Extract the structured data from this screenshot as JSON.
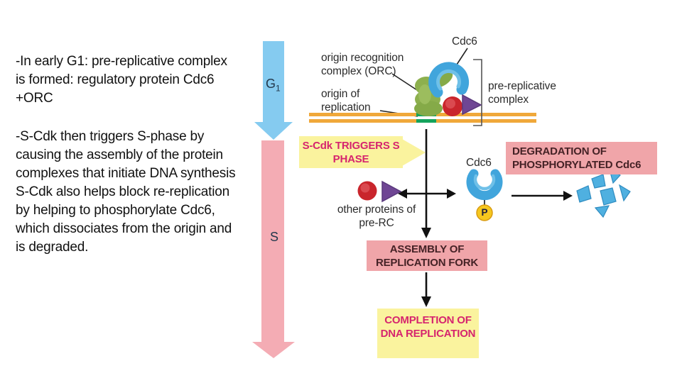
{
  "notes": {
    "early_g1": "-In early G1: pre-replicative complex  is formed: regulatory protein Cdc6 +ORC",
    "s_cdk": "-S-Cdk then triggers  S-phase by causing the assembly of the protein complexes that initiate DNA synthesis S-Cdk also helps block re-replication by helping to phosphorylate Cdc6, which dissociates from the origin and is degraded."
  },
  "timeline": {
    "g1_letter": "G",
    "g1_subscript": "1",
    "s_label": "S"
  },
  "pre_rc_diagram": {
    "cdc6_label": "Cdc6",
    "orc_label": "origin recognition complex (ORC)",
    "origin_label": "origin of replication",
    "pre_rc_label": "pre-replicative complex"
  },
  "s_phase_flow": {
    "trigger_box": "S-Cdk TRIGGERS S PHASE",
    "other_proteins_label": "other proteins of pre-RC",
    "cdc6_label": "Cdc6",
    "phosphate_label": "P",
    "degradation_box": "DEGRADATION OF PHOSPHORYLATED Cdc6",
    "assembly_box": "ASSEMBLY OF REPLICATION FORK",
    "completion_box": "COMPLETION OF DNA REPLICATION"
  },
  "colors": {
    "g1_arrow": "#85cbf0",
    "s_arrow": "#f4acb4",
    "dna": "#f0a83a",
    "origin_green": "#14a35c",
    "orc_green": "#8db04e",
    "cdc6_blue": "#41a5dc",
    "protein_red": "#c9252c",
    "protein_purple": "#6f4694",
    "yellow_box": "#faf39e",
    "pink_box": "#f0a5a9",
    "magenta_text": "#d6246e",
    "maroon_text": "#452226",
    "phosphate_yellow": "#f6c71e"
  }
}
